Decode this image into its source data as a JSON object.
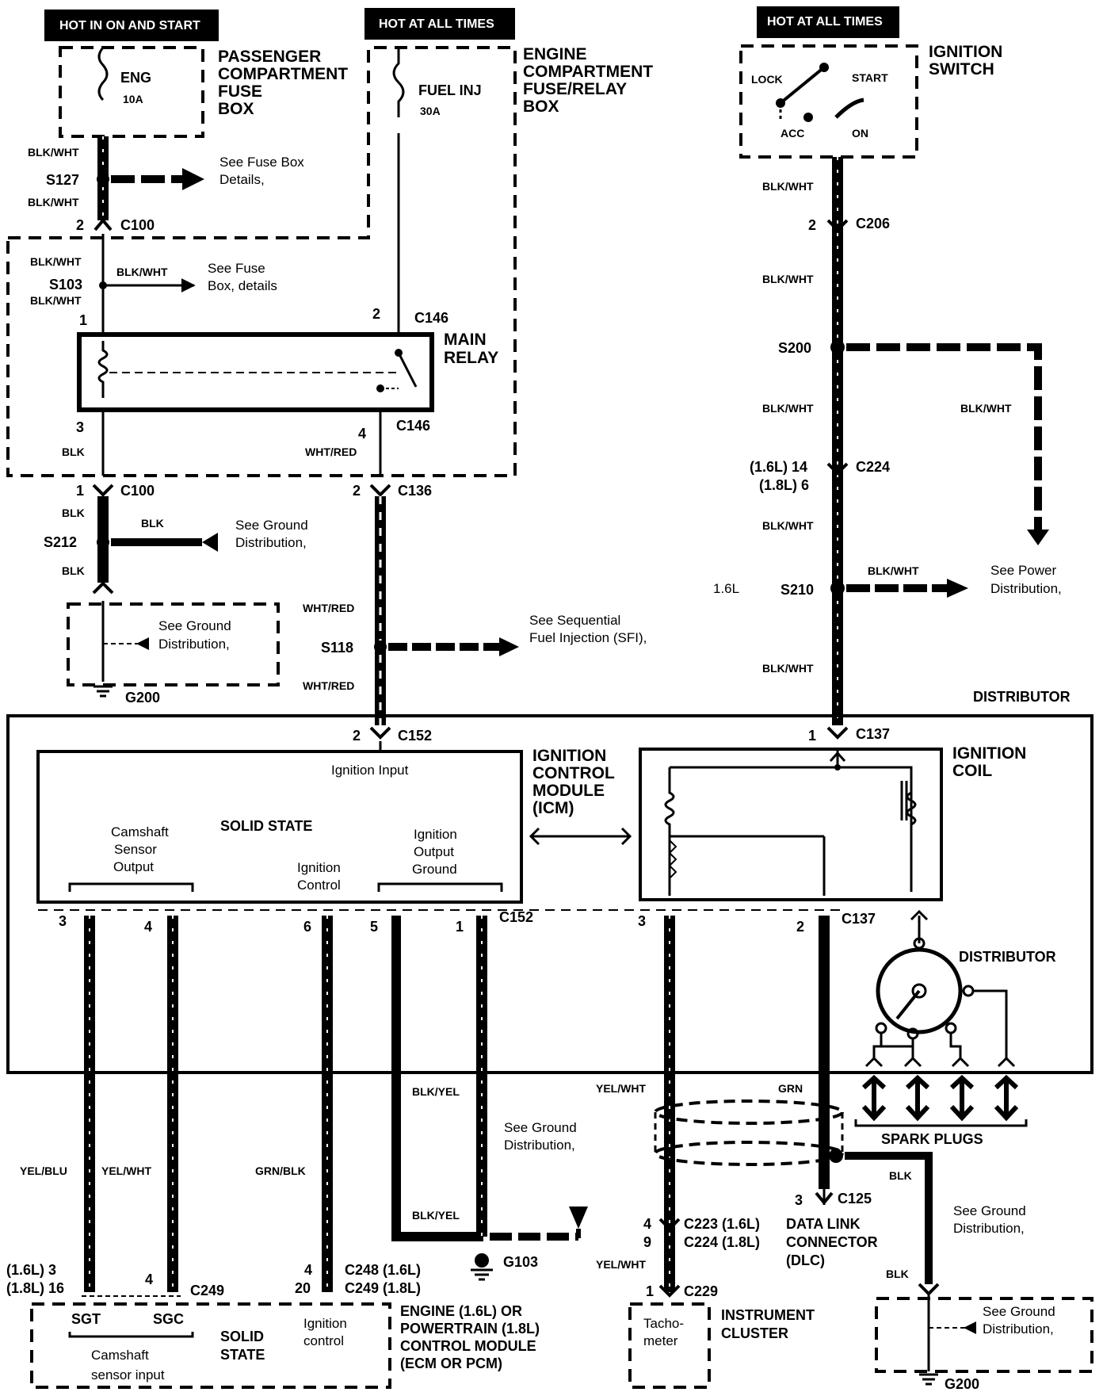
{
  "hot_labels": {
    "run_start": "HOT IN ON AND START",
    "all_times_1": "HOT AT ALL TIMES",
    "all_times_2": "HOT AT ALL TIMES"
  },
  "fuse_box_pc": {
    "fuse": "ENG",
    "rating": "10A",
    "title": [
      "PASSENGER",
      "COMPARTMENT",
      "FUSE",
      "BOX"
    ]
  },
  "fuse_box_ec": {
    "fuse": "FUEL INJ",
    "rating": "30A",
    "title": [
      "ENGINE",
      "COMPARTMENT",
      "FUSE/RELAY",
      "BOX"
    ]
  },
  "ignition_switch": {
    "title": [
      "IGNITION",
      "SWITCH"
    ],
    "lock": "LOCK",
    "start": "START",
    "acc": "ACC",
    "on": "ON"
  },
  "main_relay": {
    "title": [
      "MAIN",
      "RELAY"
    ]
  },
  "splices": {
    "s127": "S127",
    "s103": "S103",
    "s212": "S212",
    "s118": "S118",
    "s200": "S200",
    "s210": "S210",
    "s210_prefix": "1.6L"
  },
  "connectors": {
    "c100a": "C100",
    "c100b": "C100",
    "c146a": "C146",
    "c146b": "C146",
    "c136": "C136",
    "c152a": "C152",
    "c152b": "C152",
    "c206": "C206",
    "c224": "C224",
    "c137a": "C137",
    "c137b": "C137",
    "c125": "C125",
    "c223_224": [
      "C223 (1.6L)",
      "C224 (1.8L)"
    ],
    "c229": "C229",
    "c248_249": [
      "C248 (1.6L)",
      "C249 (1.8L)"
    ],
    "c249": "C249"
  },
  "pins": {
    "c100a": "2",
    "s103_top": "1",
    "c146_top": "2",
    "relay_3": "3",
    "relay_4": "4",
    "c100b": "1",
    "c136": "2",
    "c152_top": "2",
    "c206": "2",
    "c224": [
      "(1.6L) 14",
      "(1.8L) 6"
    ],
    "c137_top": "1",
    "icm_3": "3",
    "icm_4": "4",
    "icm_6": "6",
    "icm_5": "5",
    "icm_1": "1",
    "coil_3": "3",
    "coil_2": "2",
    "c125": "3",
    "c223": "4",
    "c224b": "9",
    "c229": "1",
    "ecm_left": [
      "(1.6L)  3",
      "(1.8L) 16"
    ],
    "ecm_4": "4",
    "ecm_right": [
      "4",
      "20"
    ]
  },
  "wire_colors": {
    "blk_wht": "BLK/WHT",
    "blk": "BLK",
    "wht_red": "WHT/RED",
    "blk_yel": "BLK/YEL",
    "yel_blu": "YEL/BLU",
    "yel_wht": "YEL/WHT",
    "grn_blk": "GRN/BLK",
    "grn": "GRN"
  },
  "refs": {
    "fuse_box_details": [
      "See  Fuse Box",
      "Details,"
    ],
    "fuse_box_details2": [
      "See  Fuse",
      "Box, details"
    ],
    "ground_dist": [
      "See Ground",
      "Distribution,"
    ],
    "sfi": [
      "See Sequential",
      "Fuel Injection (SFI),"
    ],
    "power_dist": [
      "See Power",
      "Distribution,"
    ]
  },
  "grounds": {
    "g200a": "G200",
    "g103": "G103",
    "g200b": "G200"
  },
  "icm": {
    "title": [
      "IGNITION",
      "CONTROL",
      "MODULE",
      "(ICM)"
    ],
    "input": "Ignition Input",
    "solid_state": "SOLID STATE",
    "cam": [
      "Camshaft",
      "Sensor",
      "Output"
    ],
    "ign_control": [
      "Ignition",
      "Control"
    ],
    "out_ground": [
      "Ignition",
      "Output",
      "Ground"
    ]
  },
  "distributor": {
    "title": "DISTRIBUTOR",
    "coil": [
      "IGNITION",
      "COIL"
    ],
    "spark_plugs": "SPARK PLUGS"
  },
  "ecm": {
    "sgt": "SGT",
    "sgc": "SGC",
    "cam_input": [
      "Camshaft",
      "sensor input"
    ],
    "solid_state": [
      "SOLID",
      "STATE"
    ],
    "ign_control": [
      "Ignition",
      "control"
    ],
    "title": [
      "ENGINE (1.6L) OR",
      "POWERTRAIN (1.8L)",
      "CONTROL MODULE",
      "(ECM OR PCM)"
    ]
  },
  "dlc": {
    "title": [
      "DATA LINK",
      "CONNECTOR",
      "(DLC)"
    ]
  },
  "cluster": {
    "tacho": [
      "Tacho-",
      "meter"
    ],
    "title": [
      "INSTRUMENT",
      "CLUSTER"
    ]
  }
}
